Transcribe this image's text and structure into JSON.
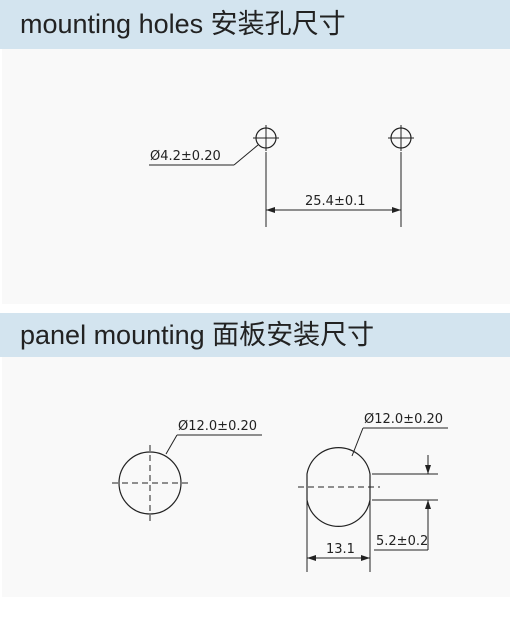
{
  "section1": {
    "title": "mounting holes 安装孔尺寸",
    "hole_diameter_label": "Ø4.2±0.20",
    "hole_spacing_label": "25.4±0.1"
  },
  "section2": {
    "title": "panel mounting  面板安装尺寸",
    "round_cutout_label": "Ø12.0±0.20",
    "flat_cutout_label": "Ø12.0±0.20",
    "flat_width_label": "13.1",
    "flat_offset_label": "5.2±0.2"
  }
}
